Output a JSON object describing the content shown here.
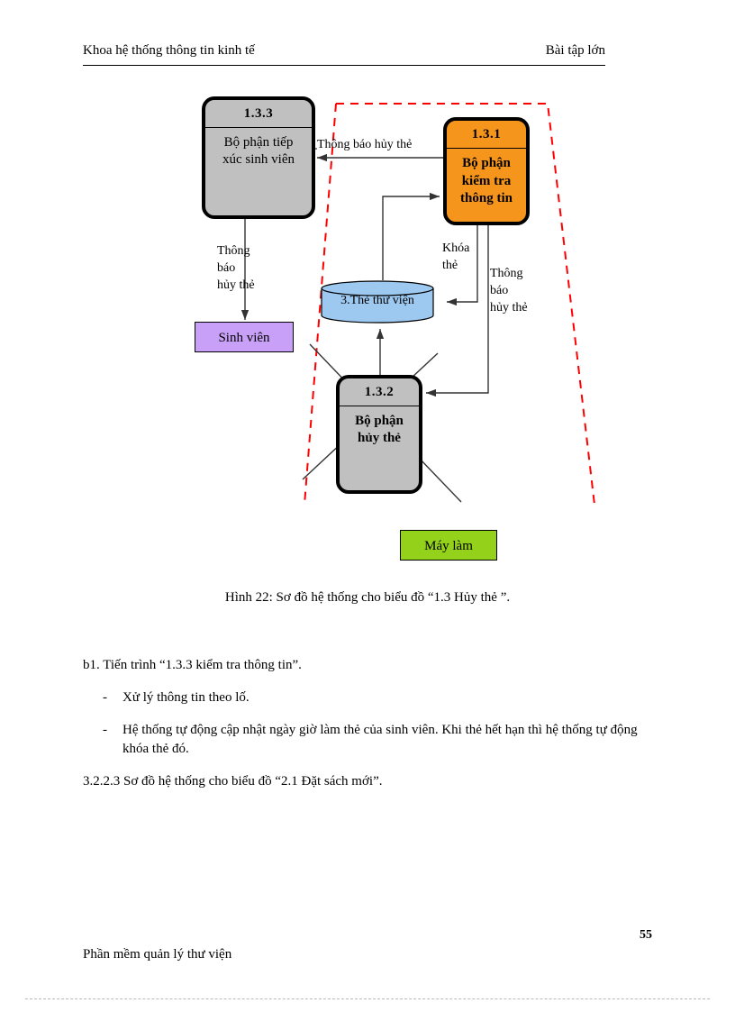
{
  "header": {
    "left": "Khoa hệ thống thông tin kinh tế",
    "right": "Bài tập lớn"
  },
  "diagram": {
    "processes": [
      {
        "id": "1.3.3",
        "name": "Bộ phận tiếp\nxúc sinh viên",
        "color": "#c0c0c0"
      },
      {
        "id": "1.3.1",
        "name": "Bộ phận\nkiểm tra\nthông tin",
        "color": "#f6951c"
      },
      {
        "id": "1.3.2",
        "name": "Bộ phận\nhủy thẻ",
        "color": "#c0c0c0"
      }
    ],
    "entities": [
      {
        "label": "Sinh viên",
        "color": "#c9a0f7"
      }
    ],
    "datastores": [
      {
        "label": "3.Thẻ thư viện",
        "color": "#9dc8f0"
      }
    ],
    "legend": [
      {
        "label": "Máy làm",
        "color": "#93d11b"
      }
    ],
    "flow_labels": [
      {
        "key": "top",
        "text": "Thông báo hủy thẻ"
      },
      {
        "key": "left",
        "text": "Thông\nbáo\nhủy thẻ"
      },
      {
        "key": "lock",
        "text": "Khóa\nthẻ"
      },
      {
        "key": "right",
        "text": "Thông\nbáo\nhủy thẻ"
      }
    ],
    "boundary_color": "#ff0000"
  },
  "caption": "Hình 22: Sơ đồ hệ thống cho biểu đồ “1.3 Hủy thẻ ”.",
  "body": {
    "intro": "b1. Tiến trình “1.3.3 kiểm tra thông tin”.",
    "dash": "-",
    "bullets": [
      "Xử lý thông tin theo lố.",
      "Hệ thống tự động cập nhật ngày giờ làm thẻ của sinh viên. Khi thẻ hết hạn thì hệ thống tự động khóa thẻ đó."
    ],
    "section": "3.2.2.3 Sơ đồ hệ thống cho biểu đồ “2.1 Đặt sách mới”."
  },
  "footer": {
    "text": "Phần mềm quản lý thư viện",
    "page_number": "55"
  }
}
